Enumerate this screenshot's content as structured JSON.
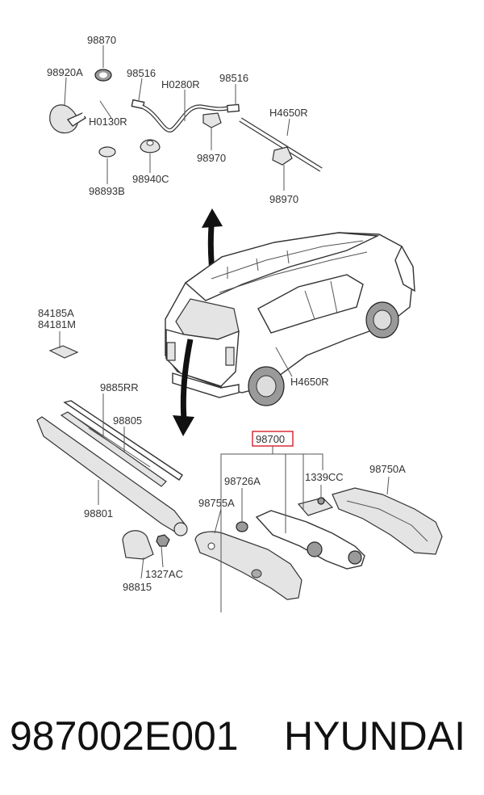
{
  "labels": {
    "l98870_top": "98870",
    "l98920A": "98920A",
    "l98516_a": "98516",
    "l98516_b": "98516",
    "lH0280R": "H0280R",
    "lH0130R": "H0130R",
    "lH4650R_top": "H4650R",
    "l98893B": "98893B",
    "l98940C": "98940C",
    "l98970_a": "98970",
    "l98970_b": "98970",
    "l84185A": "84185A",
    "l84181M": "84181M",
    "lH4650R_car": "H4650R",
    "l9885RR": "9885RR",
    "l98805": "98805",
    "l98801": "98801",
    "l98815": "98815",
    "l1327AC": "1327AC",
    "l98755A": "98755A",
    "l98726A": "98726A",
    "l98700": "98700",
    "l1339CC": "1339CC",
    "l98750A": "98750A"
  },
  "footer": {
    "part_number": "987002E001",
    "brand": "HYUNDAI"
  },
  "colors": {
    "highlight_box": "#d21f2b",
    "line": "#555555",
    "text": "#333333"
  }
}
